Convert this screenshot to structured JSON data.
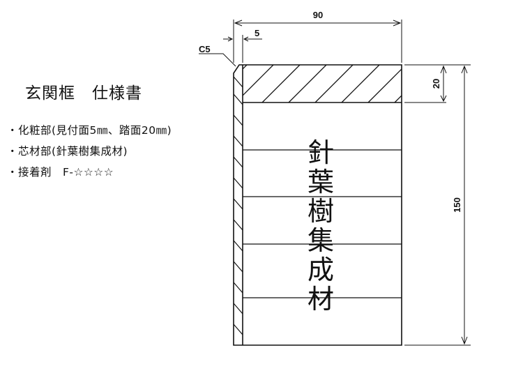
{
  "title": "玄関框　仕様書",
  "specs": [
    "・化粧部(見付面5㎜、踏面20㎜)",
    "・芯材部(針葉樹集成材)",
    "・接着剤　F-☆☆☆☆"
  ],
  "dimensions": {
    "width": "90",
    "veneer": "5",
    "chamfer": "C5",
    "tread": "20",
    "height": "150"
  },
  "core_label": [
    "針",
    "葉",
    "樹",
    "集",
    "成",
    "材"
  ]
}
